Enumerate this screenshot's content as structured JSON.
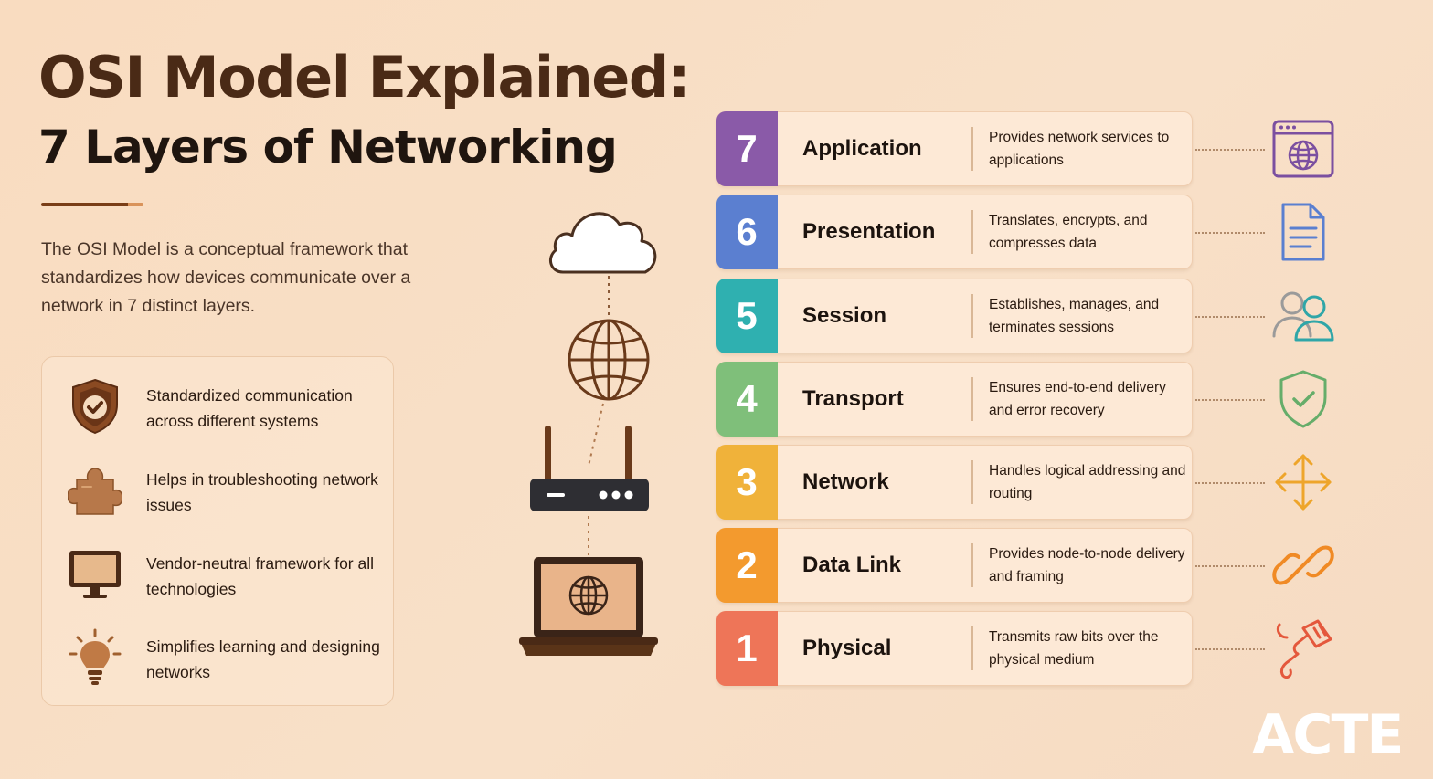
{
  "header": {
    "title_line1": "OSI Model Explained:",
    "title_line2": "7 Layers of Networking"
  },
  "intro": "The OSI Model is a conceptual framework that standardizes how devices communicate over a network in 7 distinct layers.",
  "benefits": [
    {
      "icon": "shield-check-icon",
      "text": "Standardized communication across different systems"
    },
    {
      "icon": "puzzle-piece-icon",
      "text": "Helps in troubleshooting network issues"
    },
    {
      "icon": "monitor-icon",
      "text": "Vendor-neutral framework for all technologies"
    },
    {
      "icon": "lightbulb-icon",
      "text": "Simplifies learning and designing networks"
    }
  ],
  "diagram_icons": [
    "cloud-icon",
    "globe-icon",
    "router-icon",
    "laptop-icon"
  ],
  "layers": [
    {
      "number": "7",
      "name": "Application",
      "description": "Provides network services to applications",
      "color": "#8a5aa8",
      "icon": "browser-window-icon",
      "icon_color": "#7b4fa0"
    },
    {
      "number": "6",
      "name": "Presentation",
      "description": "Translates, encrypts, and compresses data",
      "color": "#5b7fd0",
      "icon": "document-icon",
      "icon_color": "#5a7fd0"
    },
    {
      "number": "5",
      "name": "Session",
      "description": "Establishes, manages, and terminates sessions",
      "color": "#2fb0b0",
      "icon": "users-icon",
      "icon_color": "#2fa6a8"
    },
    {
      "number": "4",
      "name": "Transport",
      "description": "Ensures end-to-end delivery and error recovery",
      "color": "#7fbf7a",
      "icon": "shield-check-icon",
      "icon_color": "#66ad6a"
    },
    {
      "number": "3",
      "name": "Network",
      "description": "Handles logical addressing and routing",
      "color": "#f0b23a",
      "icon": "move-arrows-icon",
      "icon_color": "#eea52b"
    },
    {
      "number": "2",
      "name": "Data Link",
      "description": "Provides node-to-node delivery and framing",
      "color": "#f39a2e",
      "icon": "link-icon",
      "icon_color": "#f08a25"
    },
    {
      "number": "1",
      "name": "Physical",
      "description": "Transmits raw bits over the physical medium",
      "color": "#ee7558",
      "icon": "ethernet-cable-icon",
      "icon_color": "#e4583c"
    }
  ],
  "logo": "ACTE"
}
